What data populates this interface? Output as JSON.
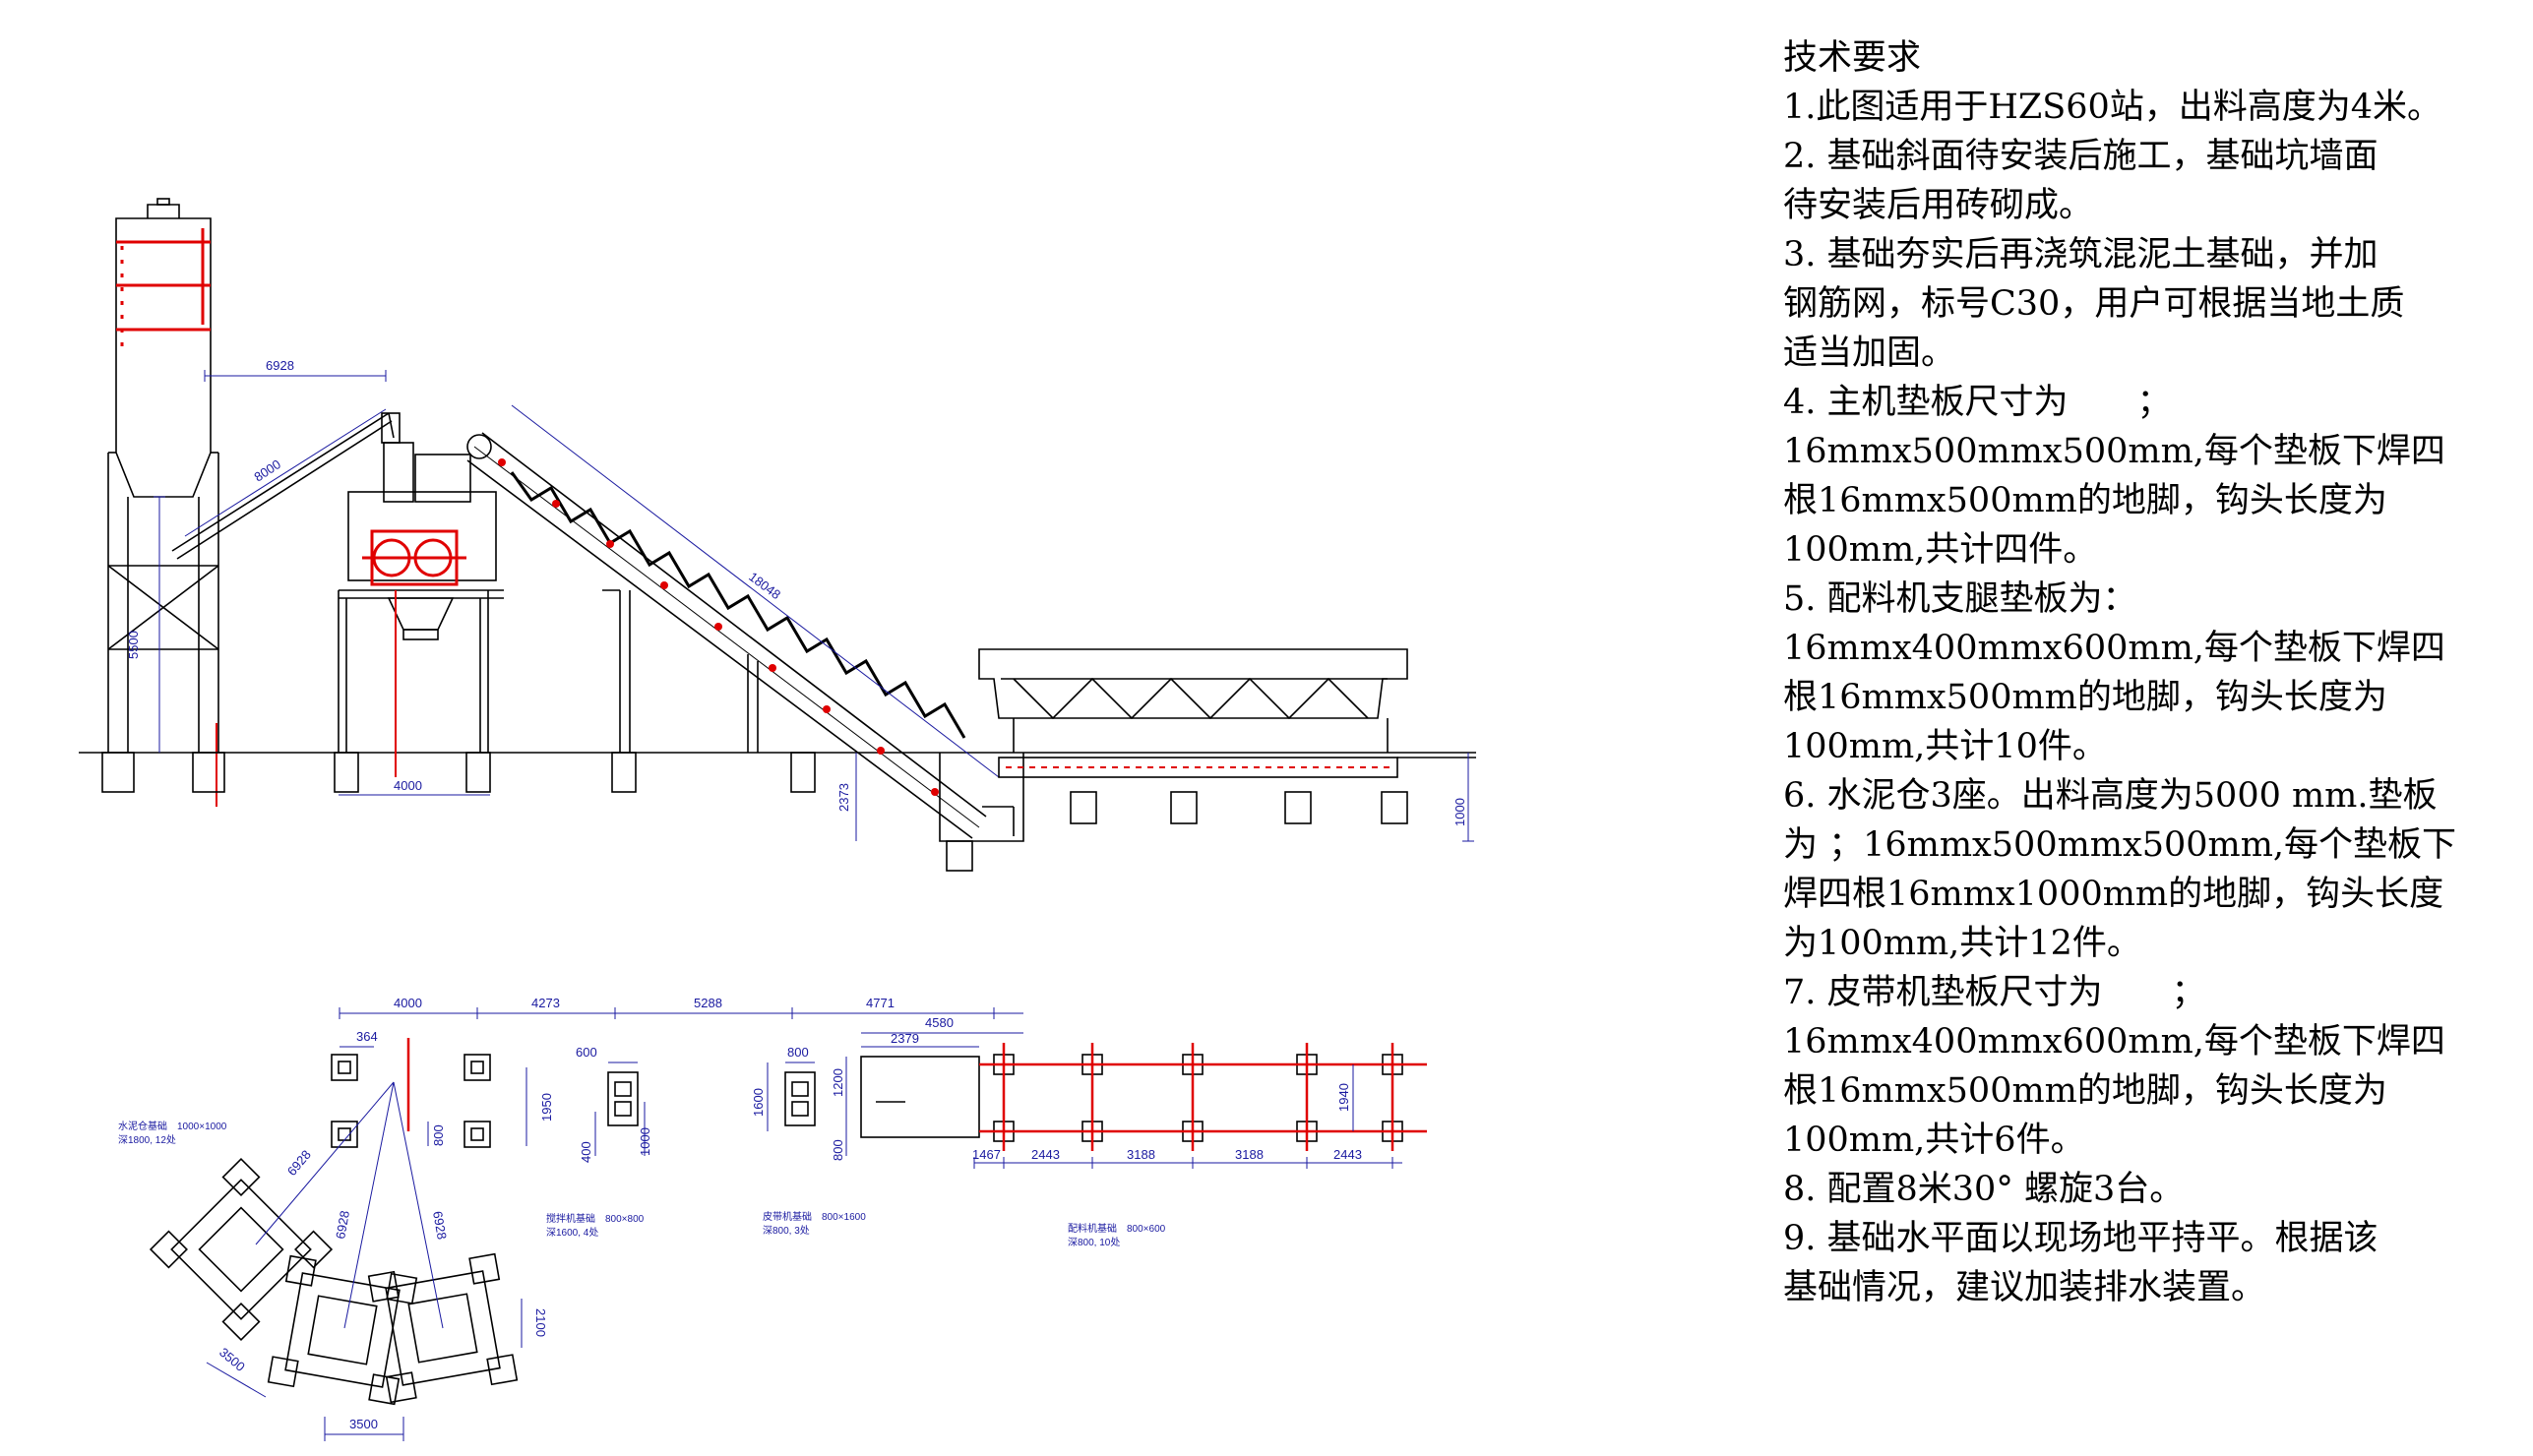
{
  "requirements": {
    "title": "技术要求",
    "lines": [
      "1.此图适用于HZS60站，出料高度为4米。",
      "2. 基础斜面待安装后施工，基础坑墙面",
      "待安装后用砖砌成。",
      "3. 基础夯实后再浇筑混泥土基础，并加",
      "钢筋网，标号C30，用户可根据当地土质",
      "适当加固。",
      "4. 主机垫板尺寸为　　；",
      "16mmx500mmx500mm,每个垫板下焊四",
      "根16mmx500mm的地脚，钩头长度为",
      "100mm,共计四件。",
      "5. 配料机支腿垫板为：",
      "16mmx400mmx600mm,每个垫板下焊四",
      "根16mmx500mm的地脚，钩头长度为",
      "100mm,共计10件。",
      "6. 水泥仓3座。出料高度为5000 mm.垫板",
      "为 ；16mmx500mmx500mm,每个垫板下",
      "焊四根16mmx1000mm的地脚，钩头长度",
      "为100mm,共计12件。",
      "7. 皮带机垫板尺寸为　　；",
      "16mmx400mmx600mm,每个垫板下焊四",
      "根16mmx500mm的地脚，钩头长度为",
      "100mm,共计6件。",
      "8. 配置8米30° 螺旋3台。",
      "9. 基础水平面以现场地平持平。根据该",
      "基础情况，建议加装排水装置。"
    ]
  },
  "elevation": {
    "dim_6928": "6928",
    "dim_8000": "8000",
    "dim_18048": "18048",
    "dim_5500": "5500",
    "dim_4000": "4000",
    "dim_2373": "2373",
    "dim_1000": "1000"
  },
  "plan": {
    "dim_4000": "4000",
    "dim_4273": "4273",
    "dim_5288": "5288",
    "dim_4771": "4771",
    "dim_364": "364",
    "dim_600": "600",
    "dim_800_top": "800",
    "dim_4580": "4580",
    "dim_2379": "2379",
    "dim_1950": "1950",
    "dim_800_left": "800",
    "dim_400": "400",
    "dim_1000": "1000",
    "dim_1600": "1600",
    "dim_1200": "1200",
    "dim_800_side": "800",
    "dim_1940": "1940",
    "bottom_dims": [
      "1467",
      "2443",
      "3188",
      "3188",
      "2443"
    ],
    "dim_6928_a": "6928",
    "dim_6928_b": "6928",
    "dim_6928_c": "6928",
    "dim_3500_a": "3500",
    "dim_3500_b": "3500",
    "dim_2100": "2100",
    "note_silo_1": "水泥仓基础　1000×1000",
    "note_silo_2": "深1800, 12处",
    "note_mixer_1": "搅拌机基础　800×800",
    "note_mixer_2": "深1600, 4处",
    "note_belt_1": "皮带机基础　800×1600",
    "note_belt_2": "深800, 3处",
    "note_batch_1": "配料机基础　800×600",
    "note_batch_2": "深800, 10处"
  },
  "colors": {
    "line": "#000000",
    "accent": "#e00000",
    "dimension": "#1a1aa0"
  }
}
